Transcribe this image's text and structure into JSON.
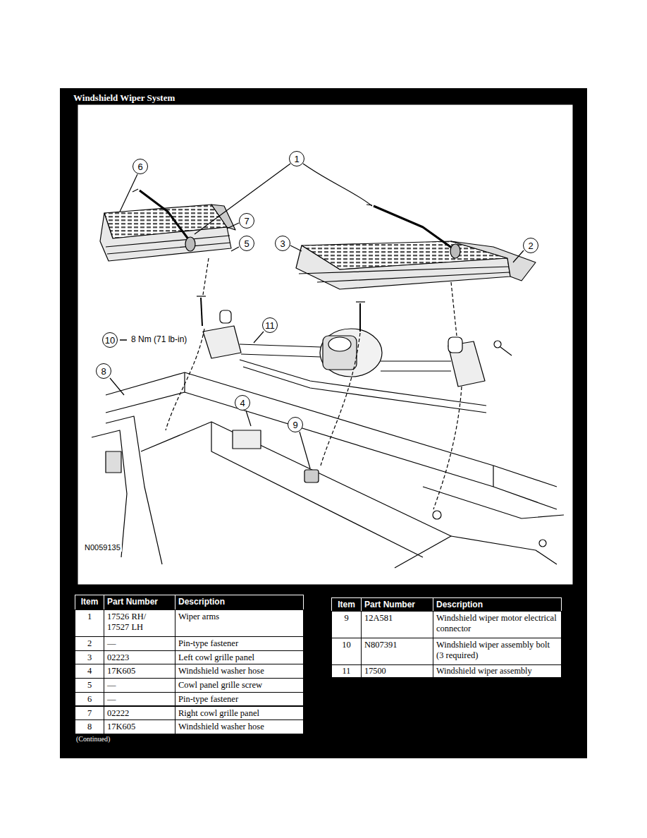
{
  "diagram": {
    "title": "Windshield Wiper System",
    "nodes": [
      {
        "text": [
          "6"
        ]
      },
      {
        "text": [
          "1"
        ]
      },
      {
        "text": [
          "7"
        ]
      },
      {
        "text": [
          "5"
        ]
      },
      {
        "text": [
          "3"
        ]
      },
      {
        "text": [
          "2"
        ]
      },
      {
        "text": [
          "10"
        ]
      },
      {
        "text": [
          "11"
        ]
      },
      {
        "text": [
          "8"
        ]
      },
      {
        "text": [
          "4"
        ]
      },
      {
        "text": [
          "9"
        ]
      }
    ],
    "labels": [
      "8 Nm (71 lb-in)",
      "N0059135",
      "Item",
      "Part Number",
      "Description",
      "1",
      "17526 RH/ 17527 LH",
      "Wiper arms",
      "2",
      "—",
      "Pin-type fastener",
      "3",
      "02223",
      "Left cowl grille panel",
      "4",
      "17K605",
      "Windshield washer hose",
      "5",
      "—",
      "Cowl panel grille screw",
      "6",
      "—",
      "Pin-type fastener",
      "7",
      "02222",
      "Right cowl grille panel",
      "8",
      "17K605",
      "Windshield washer hose",
      "Item",
      "Part Number",
      "Description",
      "9",
      "12A581",
      "Windshield wiper motor electrical connector",
      "10",
      "N807391",
      "Windshield wiper assembly bolt (3 required)",
      "11",
      "17500",
      "Windshield wiper assembly",
      "(Continued)"
    ]
  }
}
